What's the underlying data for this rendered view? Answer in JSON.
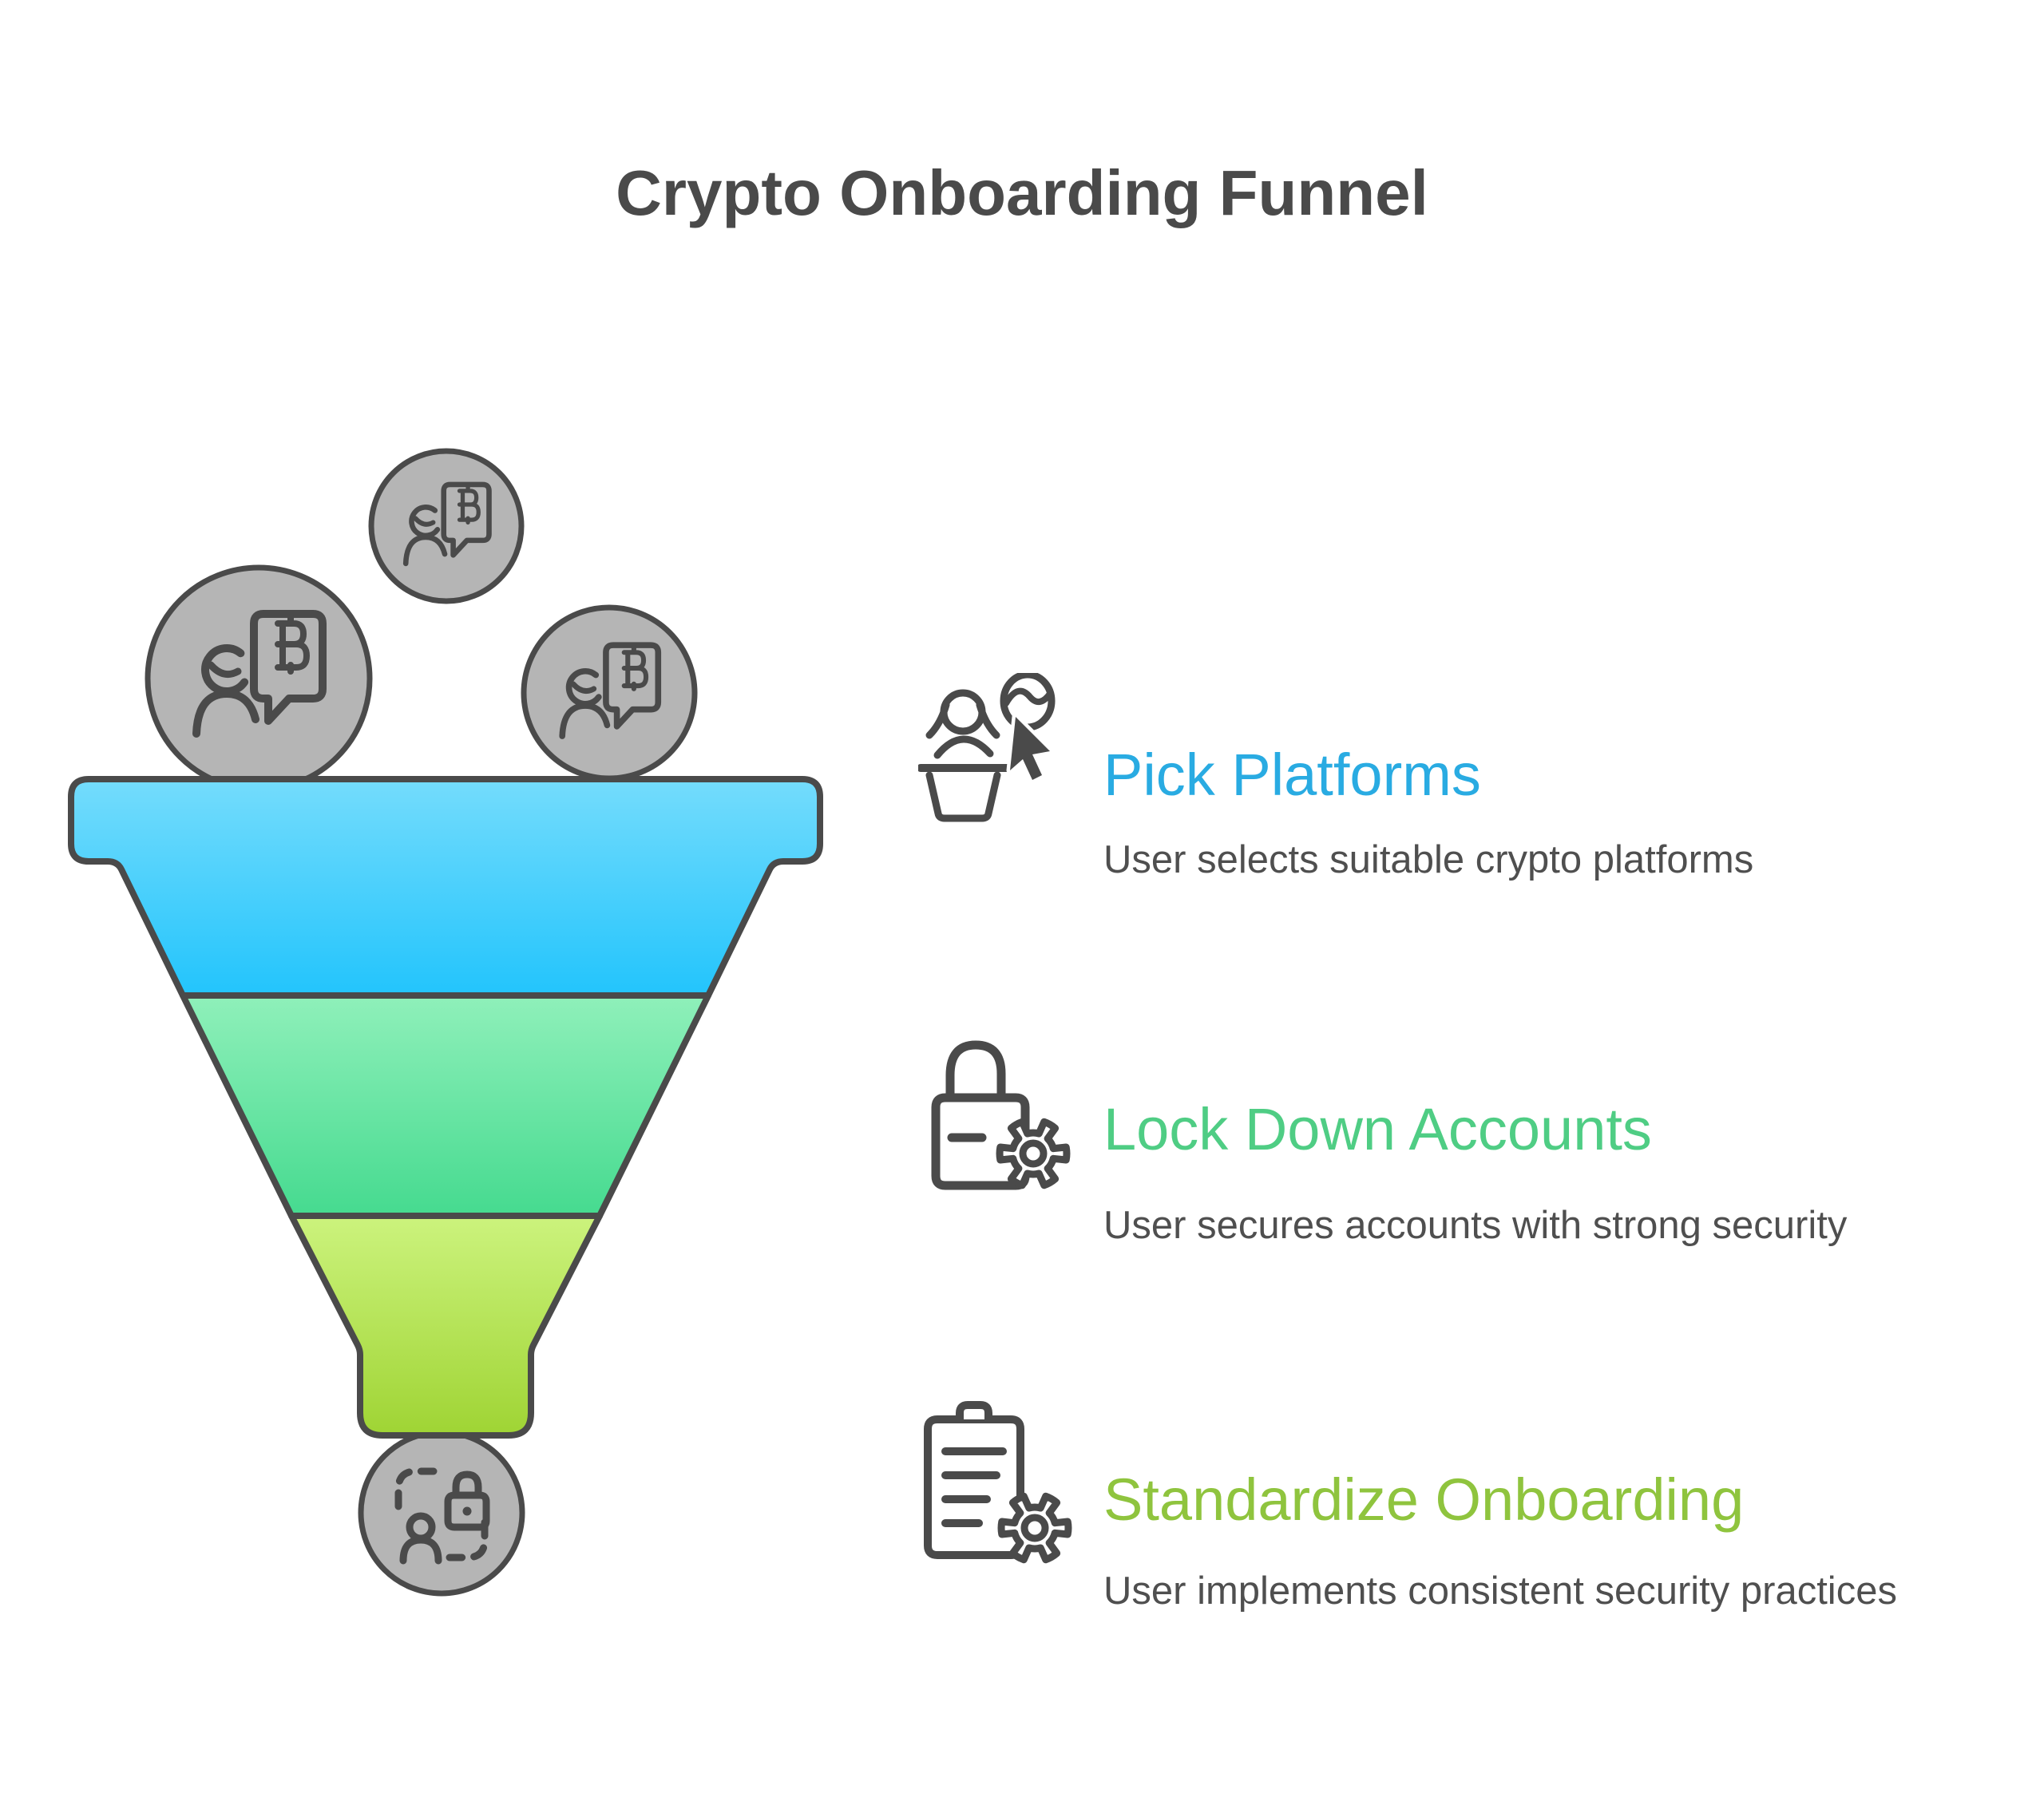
{
  "title": "Crypto Onboarding Funnel",
  "colors": {
    "ink": "#4a4a4a",
    "body_text": "#4f4f4f",
    "coin_fill": "#b5b5b5",
    "blue_heading": "#29abe2",
    "green_heading": "#4fcd84",
    "lime_heading": "#8fc43e"
  },
  "funnel": {
    "stages": [
      {
        "name": "Pick Platforms",
        "color_top": "#74dcfc",
        "color_bottom": "#22c4fc"
      },
      {
        "name": "Lock Down Accounts",
        "color_top": "#8ff0ba",
        "color_bottom": "#45da8f"
      },
      {
        "name": "Standardize Onboarding",
        "color_top": "#ccf37d",
        "color_bottom": "#9fd434"
      }
    ],
    "coin_icon": "person-bitcoin-chat-icon",
    "outlet_icon": "identity-lock-icon"
  },
  "steps": [
    {
      "heading": "Pick Platforms",
      "description": "User selects suitable crypto platforms",
      "color": "#29abe2",
      "icon": "platform-select-icon"
    },
    {
      "heading": "Lock Down Accounts",
      "description": "User secures accounts with strong security",
      "color": "#4fcd84",
      "icon": "lock-gear-icon"
    },
    {
      "heading": "Standardize Onboarding",
      "description": "User implements consistent security practices",
      "color": "#8fc43e",
      "icon": "clipboard-gear-icon"
    }
  ]
}
